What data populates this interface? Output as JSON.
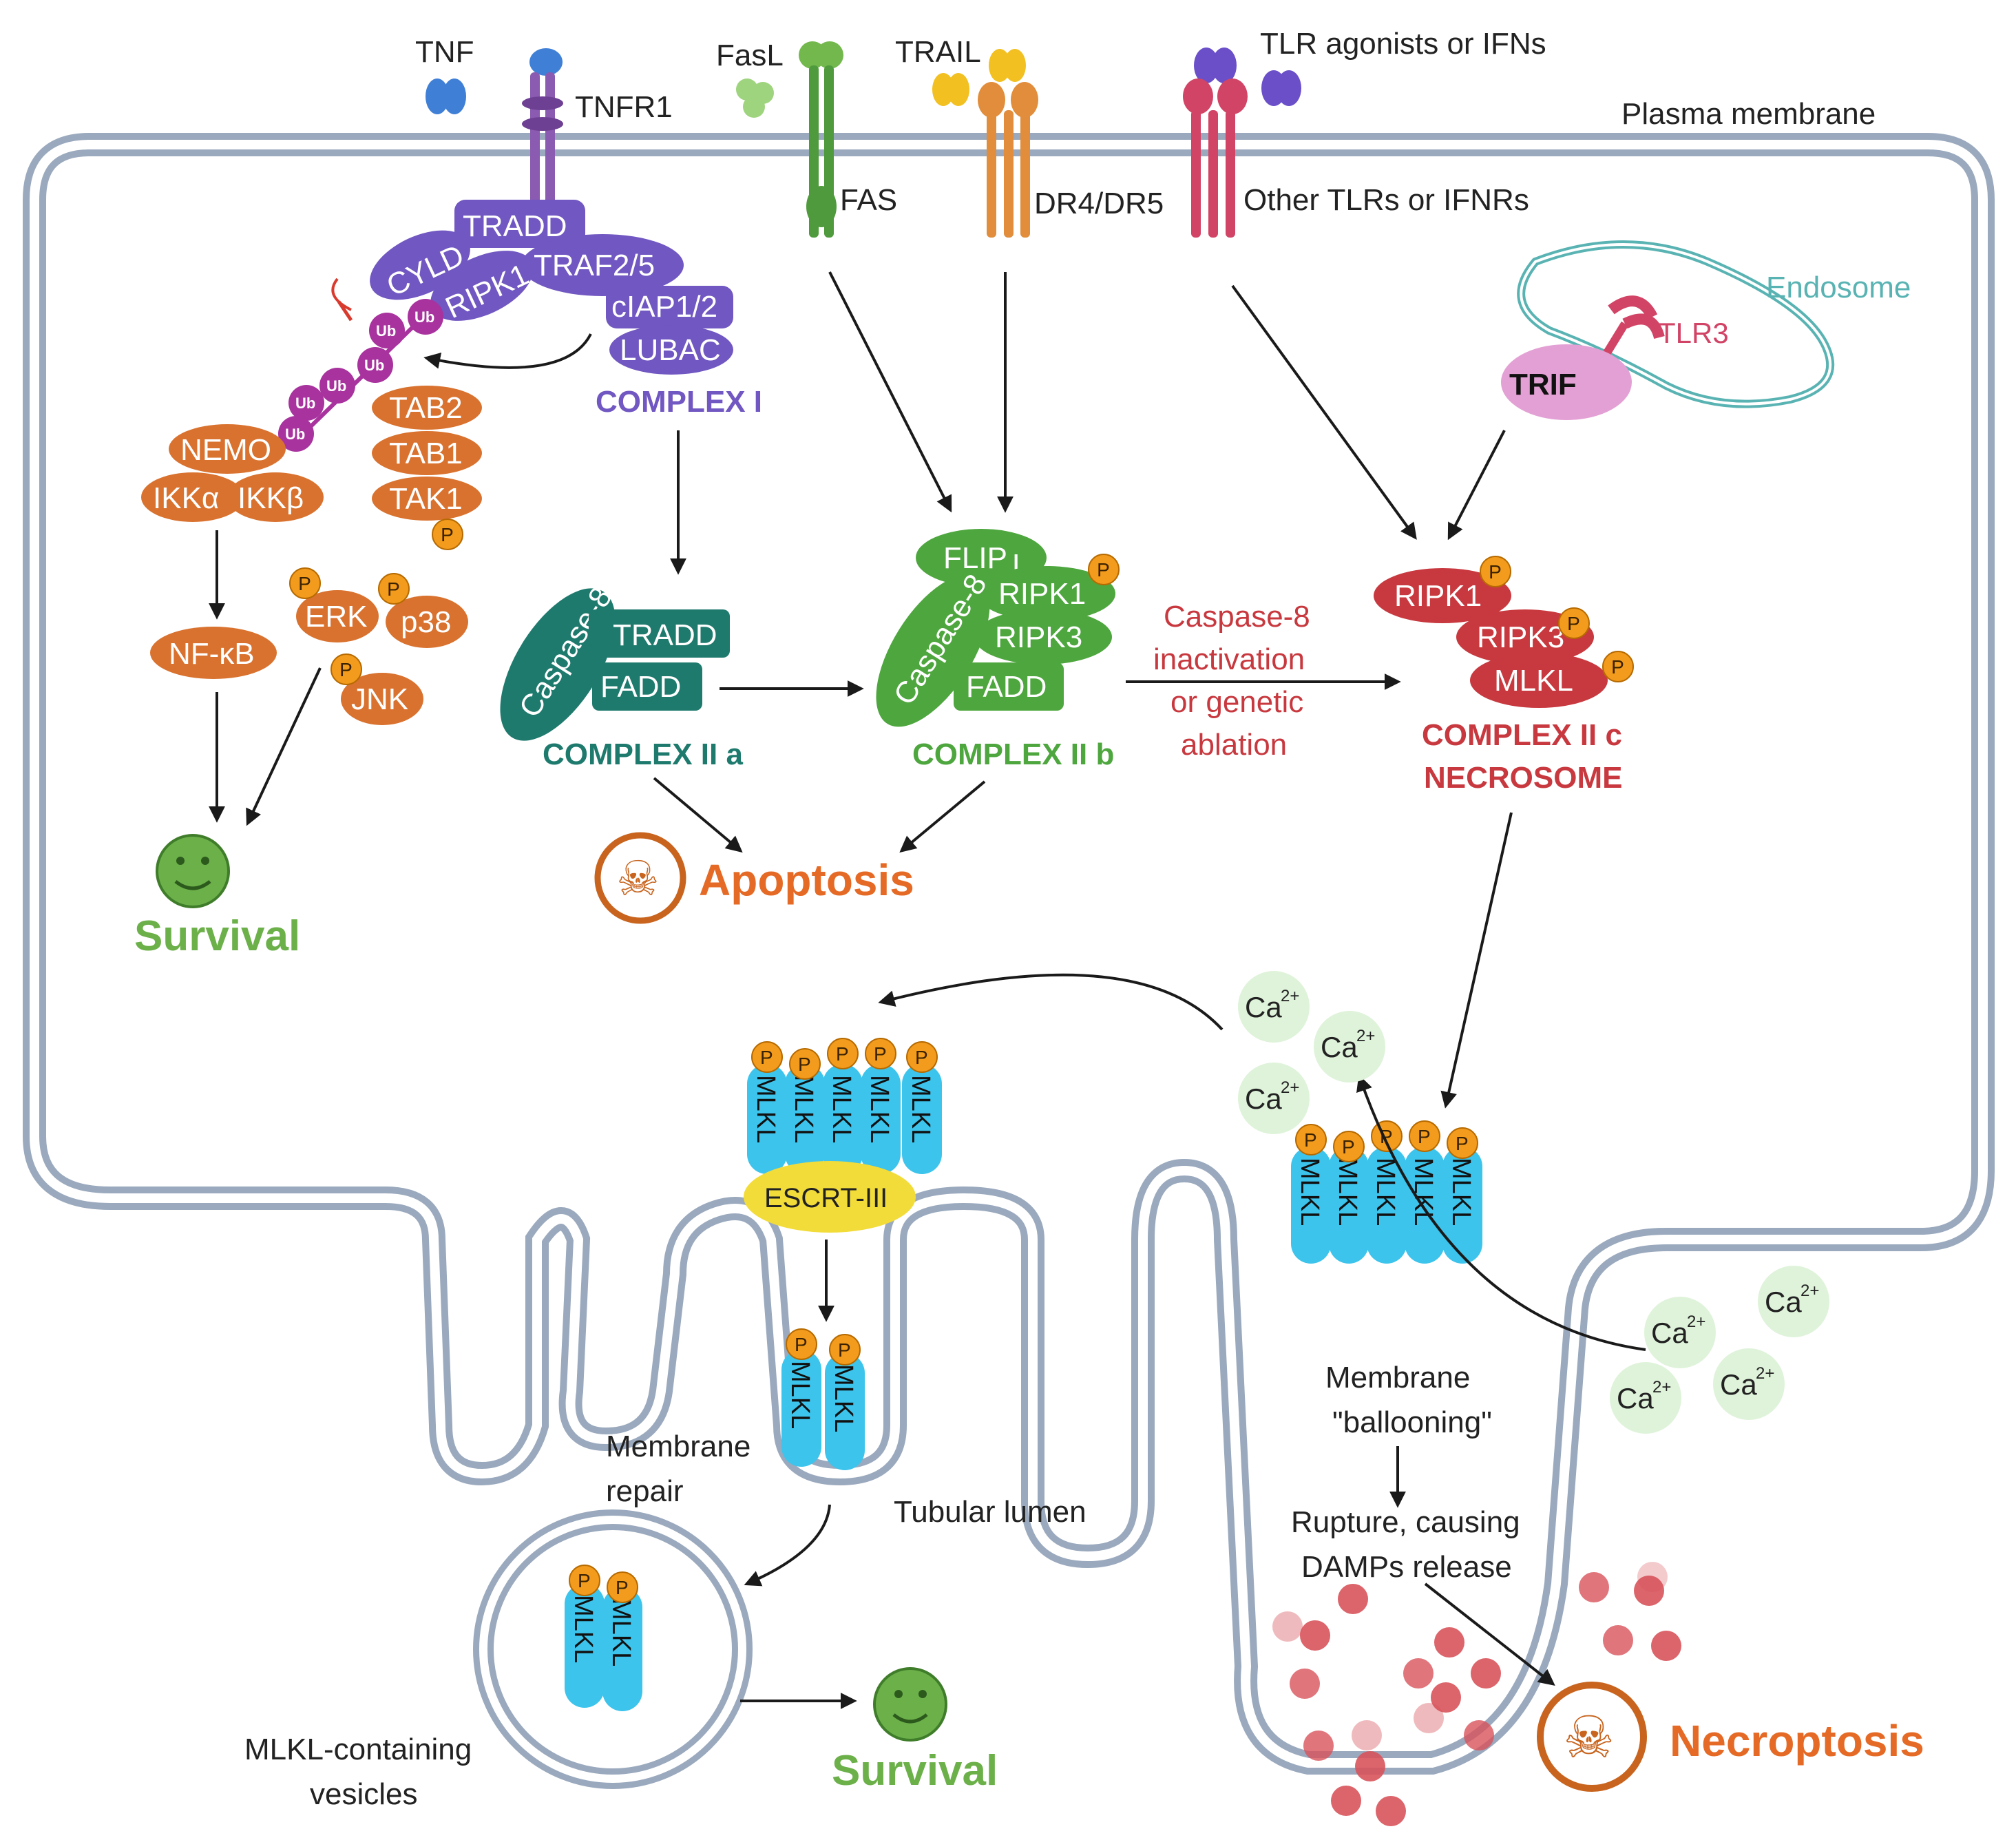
{
  "colors": {
    "purple": "#7157c1",
    "orange": "#d9722f",
    "teal": "#1f7a6e",
    "green": "#4ea63e",
    "red": "#c8393f",
    "membrane": "#9aa9bd",
    "mlkl": "#3cc4ec",
    "phos": "#f39b1d",
    "survival": "#6cb04a",
    "death": "#e56a25",
    "ca": "#dff3da",
    "ub": "#a8329e",
    "escrt": "#f2dc3a",
    "trif": "#e3a0d4",
    "endosome": "#5ab3b3",
    "dr": "#e18d3b",
    "tlr": "#d24466",
    "fas": "#4f9a3c",
    "tnfr": "#8a5bb0"
  },
  "receptors": {
    "tnf": "TNF",
    "tnfr1": "TNFR1",
    "fasl": "FasL",
    "fas": "FAS",
    "trail": "TRAIL",
    "dr45": "DR4/DR5",
    "tlr_agonists": "TLR agonists or IFNs",
    "other_tlrs": "Other TLRs or IFNRs",
    "plasma_membrane": "Plasma membrane"
  },
  "complex1": {
    "tradd": "TRADD",
    "cyld": "CYLD",
    "ripk1": "RIPK1",
    "traf": "TRAF2/5",
    "ciap": "cIAP1/2",
    "lubac": "LUBAC",
    "title": "COMPLEX I",
    "ub": "Ub"
  },
  "nfkb_branch": {
    "nemo": "NEMO",
    "ikka": "IKKα",
    "ikkb": "IKKβ",
    "tab2": "TAB2",
    "tab1": "TAB1",
    "tak1": "TAK1",
    "nfkb": "NF-κB",
    "erk": "ERK",
    "p38": "p38",
    "jnk": "JNK",
    "p": "P",
    "survival": "Survival"
  },
  "complex2a": {
    "casp8": "Caspase-8",
    "tradd": "TRADD",
    "fadd": "FADD",
    "title": "COMPLEX II a"
  },
  "complex2b": {
    "flip": "FLIP",
    "flip_sub": "L",
    "casp8": "Caspase-8",
    "ripk1": "RIPK1",
    "ripk3": "RIPK3",
    "fadd": "FADD",
    "title": "COMPLEX II b"
  },
  "apoptosis": "Apoptosis",
  "casp_inactivation": {
    "line1": "Caspase-8",
    "line2": "inactivation",
    "line3": "or genetic",
    "line4": "ablation"
  },
  "endosome": {
    "label": "Endosome",
    "tlr3": "TLR3",
    "trif": "TRIF"
  },
  "complex2c": {
    "ripk1": "RIPK1",
    "ripk3": "RIPK3",
    "mlkl": "MLKL",
    "title1": "COMPLEX II c",
    "title2": "NECROSOME"
  },
  "bottom": {
    "ca": "Ca",
    "ca_sup": "2+",
    "mlkl": "MLKL",
    "escrt": "ESCRT-III",
    "membrane_repair_1": "Membrane",
    "membrane_repair_2": "repair",
    "tubular_lumen": "Tubular lumen",
    "vesicles_1": "MLKL-containing",
    "vesicles_2": "vesicles",
    "survival": "Survival",
    "ballooning_1": "Membrane",
    "ballooning_2": "\"ballooning\"",
    "rupture_1": "Rupture, causing",
    "rupture_2": "DAMPs release",
    "necroptosis": "Necroptosis"
  }
}
